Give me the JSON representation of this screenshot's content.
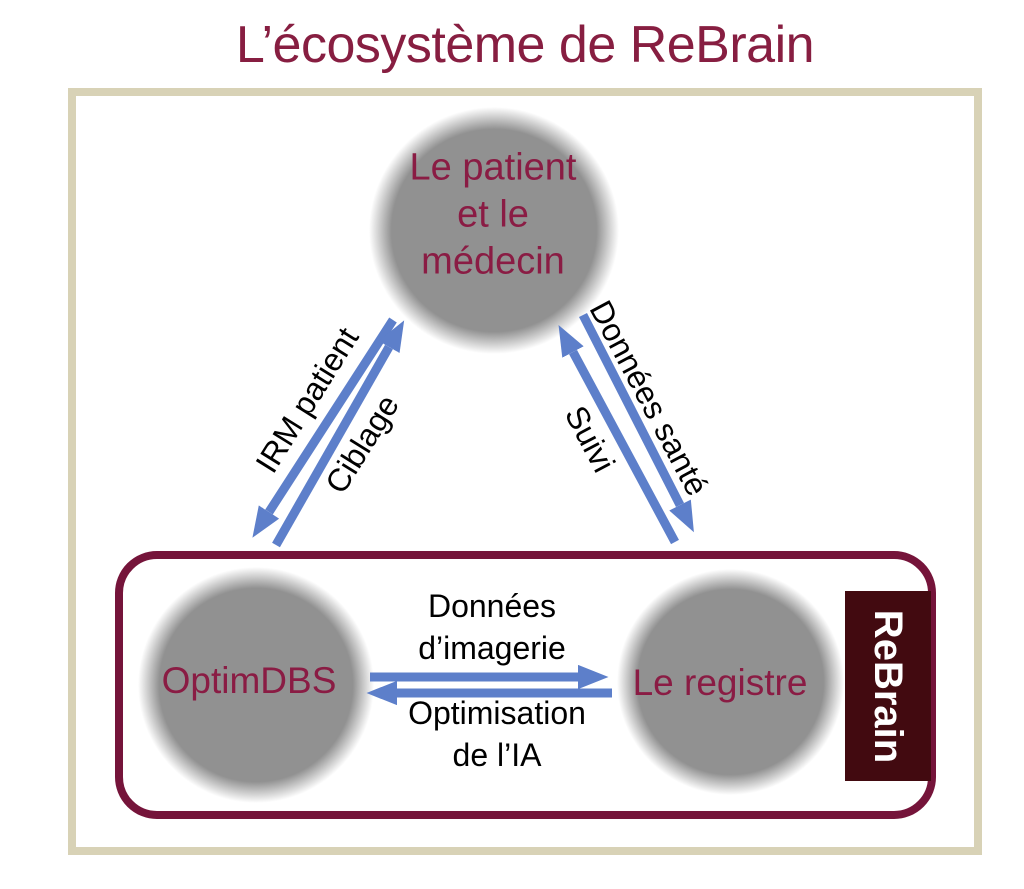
{
  "title": "L’écosystème de ReBrain",
  "diagram": {
    "nodes": {
      "patient": {
        "label": "Le patient\net le\nmédecin"
      },
      "optimdbs": {
        "label": "OptimDBS"
      },
      "registre": {
        "label": "Le registre"
      }
    },
    "container_label": "ReBrain",
    "edges": {
      "irm_patient": {
        "label": "IRM patient",
        "from": "patient",
        "to": "optimdbs",
        "direction": "down-left"
      },
      "ciblage": {
        "label": "Ciblage",
        "from": "optimdbs",
        "to": "patient",
        "direction": "up-right"
      },
      "suivi": {
        "label": "Suivi",
        "from": "registre",
        "to": "patient",
        "direction": "up-left"
      },
      "donnees_sante": {
        "label": "Données santé",
        "from": "patient",
        "to": "registre",
        "direction": "down-right"
      },
      "donnees_imagerie": {
        "label": "Données\nd’imagerie",
        "from": "optimdbs",
        "to": "registre",
        "direction": "right"
      },
      "optimisation_ia": {
        "label": "Optimisation\nde l’IA",
        "from": "registre",
        "to": "optimdbs",
        "direction": "left"
      }
    }
  },
  "colors": {
    "title_maroon": "#871e41",
    "node_text_maroon": "#8a1c44",
    "container_border_maroon": "#75143a",
    "rebrain_box_bg": "#420a10",
    "rebrain_box_text": "#ffffff",
    "arrow_blue": "#5d7fca",
    "circle_gray": "#919191",
    "frame_beige": "#d8d2b6",
    "edge_label_black": "#000000"
  }
}
